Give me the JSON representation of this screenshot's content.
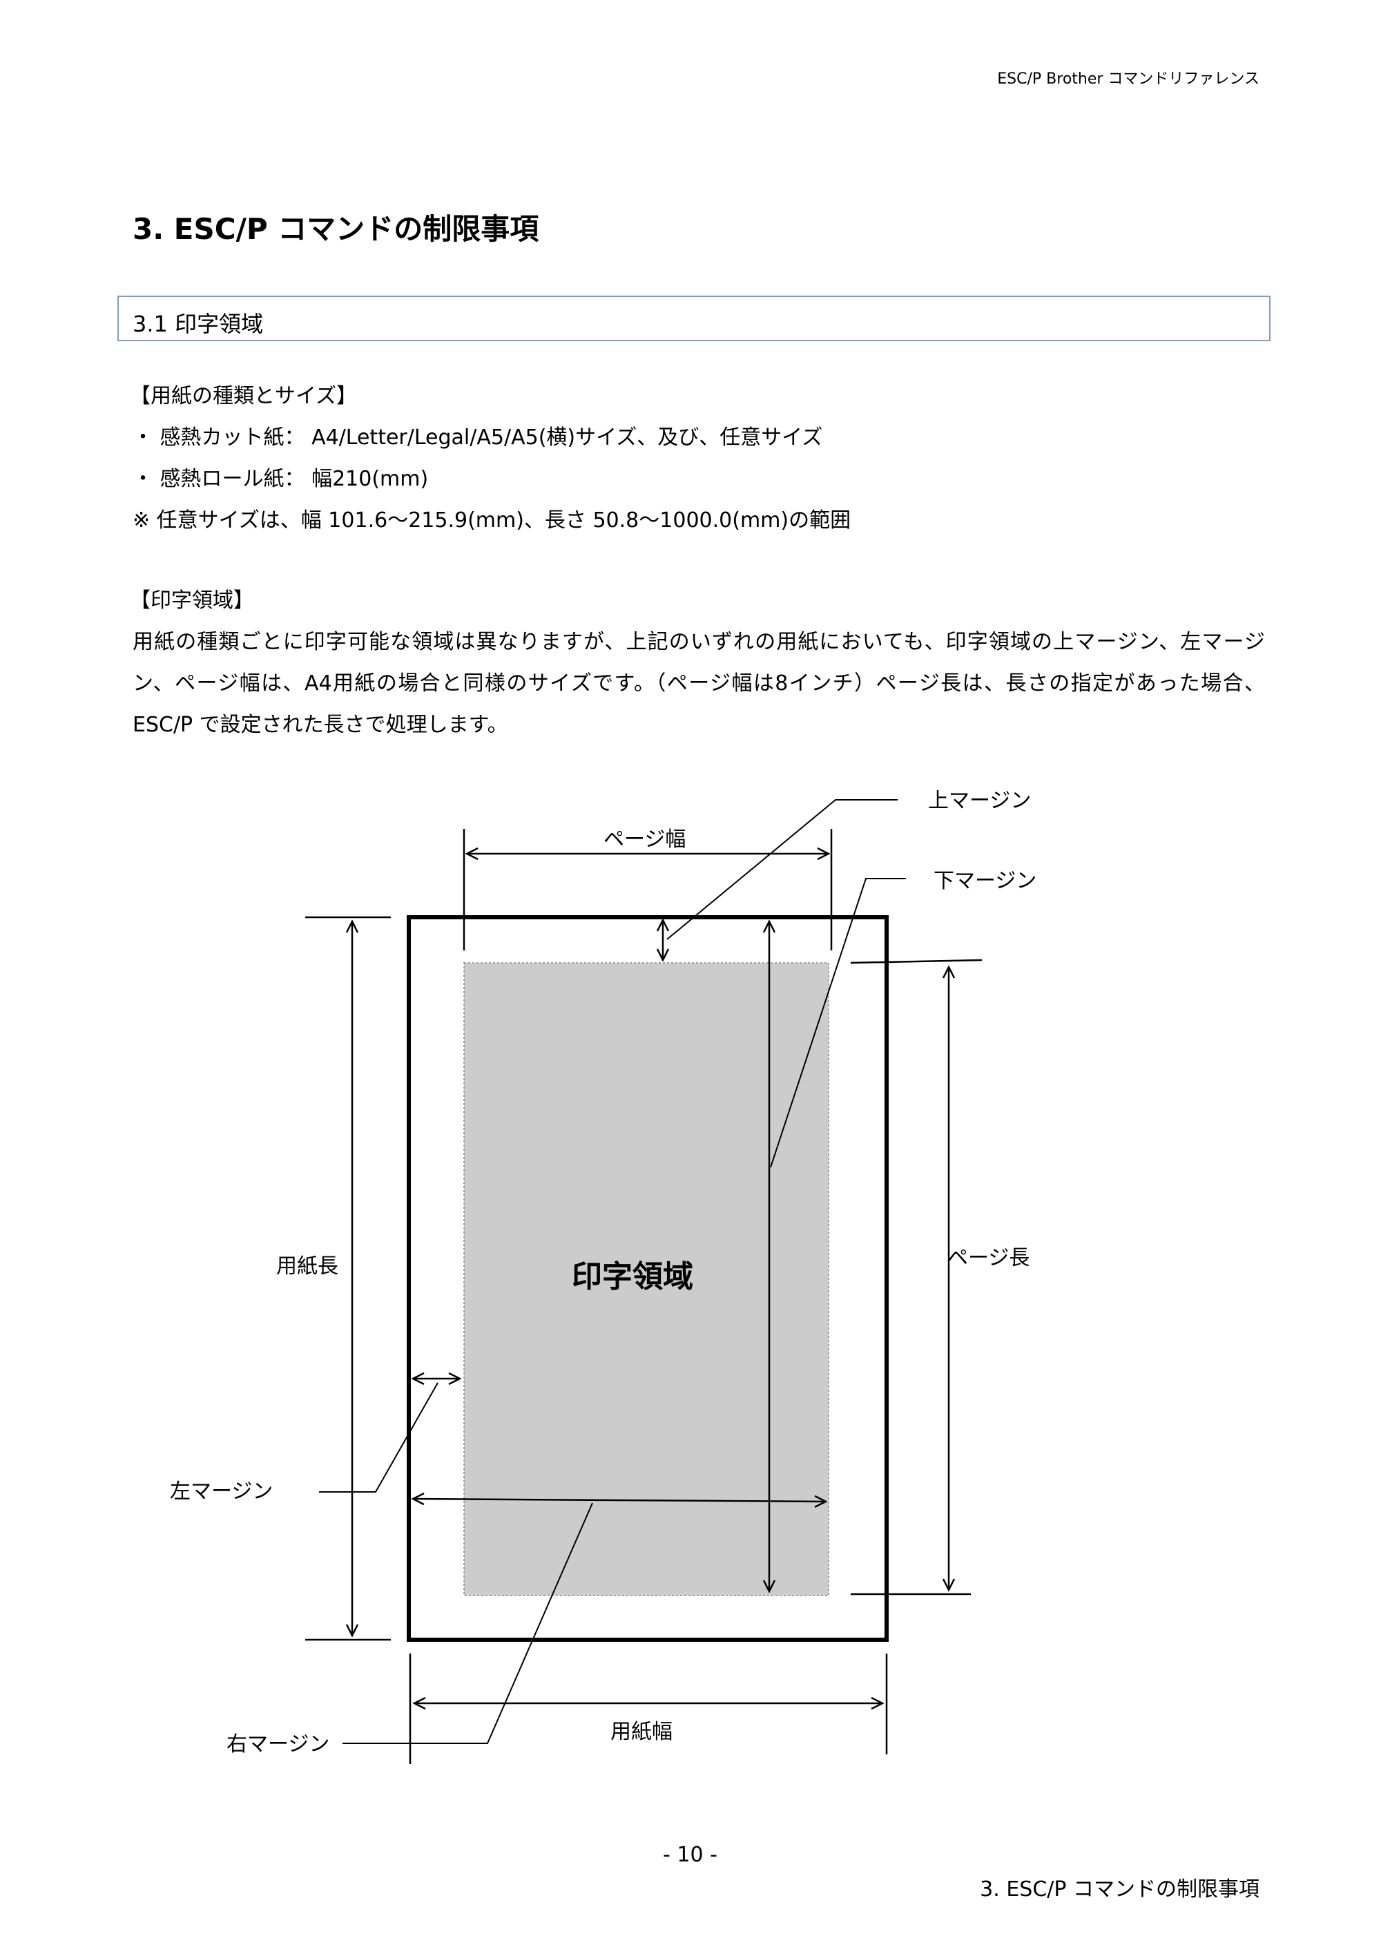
{
  "header": {
    "running_title": "ESC/P Brother コマンドリファレンス"
  },
  "chapter": {
    "title": "3. ESC/P コマンドの制限事項"
  },
  "section": {
    "title": "3.1 印字領域"
  },
  "paper_types": {
    "heading": "【用紙の種類とサイズ】",
    "items": [
      "・ 感熱カット紙： A4/Letter/Legal/A5/A5(横)サイズ、及び、任意サイズ",
      "・ 感熱ロール紙： 幅210(mm)"
    ],
    "note": "※ 任意サイズは、幅 101.6～215.9(mm)、長さ 50.8～1000.0(mm)の範囲"
  },
  "print_area": {
    "heading": "【印字領域】",
    "paragraph": "用紙の種類ごとに印字可能な領域は異なりますが、上記のいずれの用紙においても、印字領域の上マージン、左マージン、ページ幅は、A4用紙の場合と同様のサイズです。（ページ幅は8インチ）ページ長は、長さの指定があった場合、ESC/P で設定された長さで処理します。"
  },
  "diagram": {
    "top_margin": "上マージン",
    "page_width": "ページ幅",
    "bottom_margin": "下マージン",
    "paper_length": "用紙長",
    "print_area": "印字領域",
    "page_length": "ページ長",
    "left_margin": "左マージン",
    "right_margin": "右マージン",
    "paper_width": "用紙幅"
  },
  "footer": {
    "page_number": "- 10 -",
    "chapter": "3. ESC/P コマンドの制限事項"
  }
}
